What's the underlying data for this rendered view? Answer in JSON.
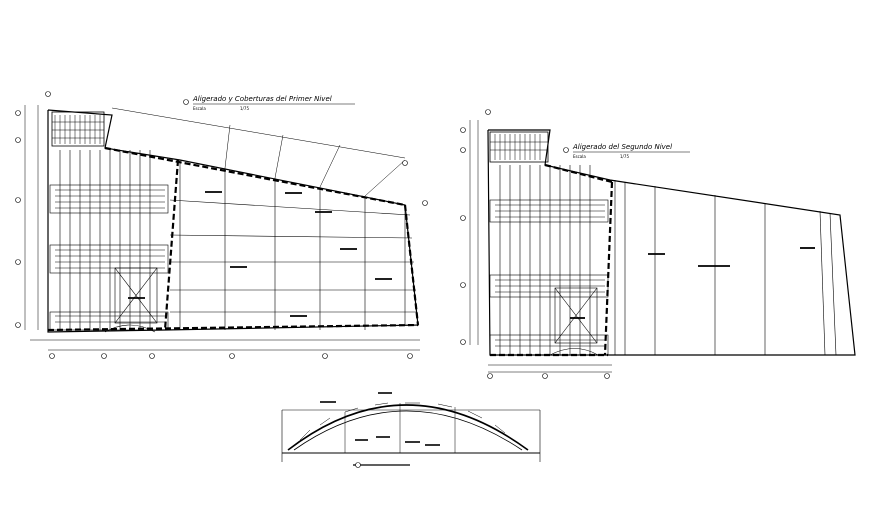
{
  "drawing": {
    "plan_first": {
      "title": "Aligerado y Coberturas del Primer Nivel",
      "scale_label": "Escala",
      "scale_value": "1/75"
    },
    "plan_second": {
      "title": "Aligerado del Segundo Nivel",
      "scale_label": "Escala",
      "scale_value": "1/75"
    },
    "section": {
      "title": ""
    }
  }
}
